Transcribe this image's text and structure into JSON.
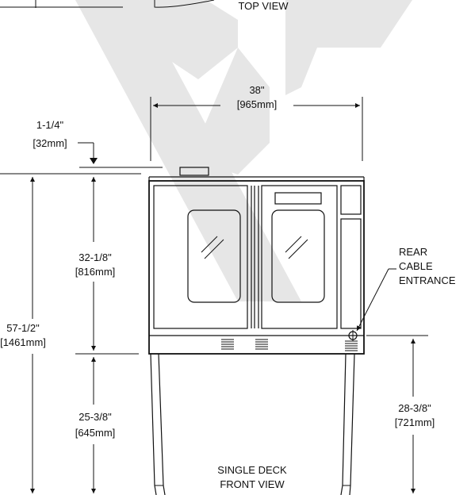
{
  "labels": {
    "top_view": "TOP VIEW",
    "front_view_line1": "SINGLE DECK",
    "front_view_line2": "FRONT VIEW",
    "rear_cable_line1": "REAR",
    "rear_cable_line2": "CABLE",
    "rear_cable_line3": "ENTRANCE"
  },
  "dimensions": {
    "width": {
      "imperial": "38\"",
      "metric": "[965mm]"
    },
    "top_offset": {
      "imperial": "1-1/4\"",
      "metric": "[32mm]"
    },
    "cabinet_height": {
      "imperial": "32-1/8\"",
      "metric": "[816mm]"
    },
    "overall_height": {
      "imperial": "57-1/2\"",
      "metric": "[1461mm]"
    },
    "leg_height": {
      "imperial": "25-3/8\"",
      "metric": "[645mm]"
    },
    "cable_height": {
      "imperial": "28-3/8\"",
      "metric": "[721mm]"
    }
  },
  "colors": {
    "line": "#111111",
    "watermark": "#e5e5e5",
    "background": "#ffffff"
  },
  "icons": {
    "vent": "vent-grille-icon",
    "cable": "cable-entrance-icon",
    "glass": "glass-reflection-icon"
  }
}
